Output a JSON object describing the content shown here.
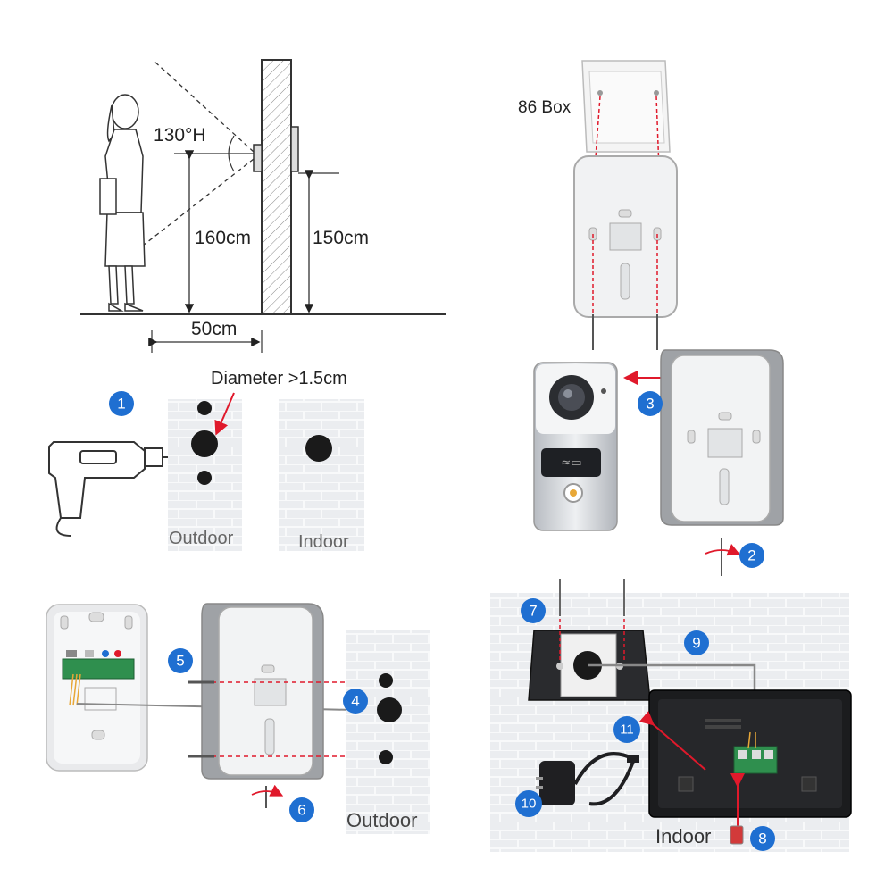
{
  "labels": {
    "angle": "130°H",
    "height_camera": "160cm",
    "height_doorbell": "150cm",
    "distance": "50cm",
    "box": "86 Box",
    "diameter": "Diameter >1.5cm",
    "outdoor_1": "Outdoor",
    "indoor_1": "Indoor",
    "outdoor_2": "Outdoor",
    "indoor_2": "Indoor"
  },
  "steps": [
    "1",
    "2",
    "3",
    "4",
    "5",
    "6",
    "7",
    "8",
    "9",
    "10",
    "11"
  ],
  "colors": {
    "step_badge": "#1f6fd1",
    "arrow_red": "#e0192b",
    "wall_brick": "#e6e8ec",
    "device_silver": "#cfd3d8",
    "monitor_black": "#1b1c1e"
  }
}
